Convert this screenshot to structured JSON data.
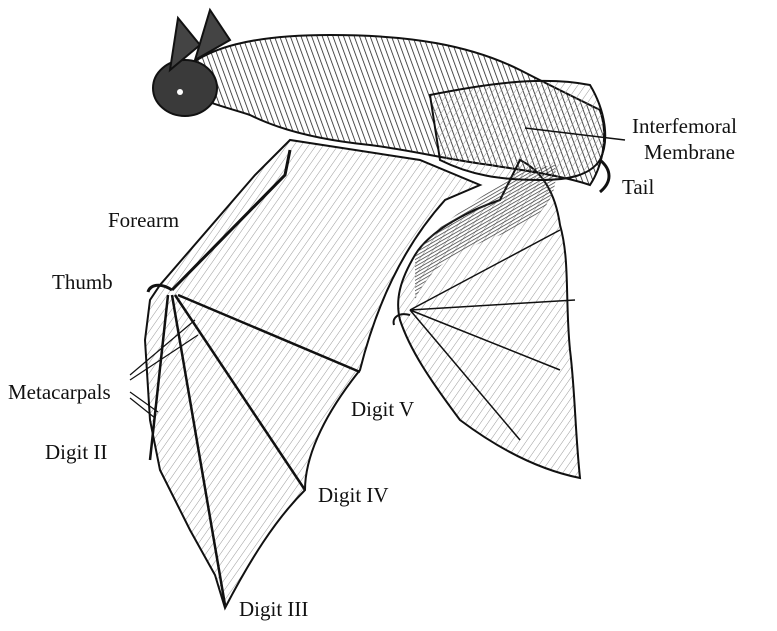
{
  "labels": {
    "interfemoral_line1": "Interfemoral",
    "interfemoral_line2": "Membrane",
    "tail": "Tail",
    "forearm": "Forearm",
    "thumb": "Thumb",
    "metacarpals": "Metacarpals",
    "digit_ii": "Digit II",
    "digit_iii": "Digit III",
    "digit_iv": "Digit IV",
    "digit_v": "Digit V"
  },
  "colors": {
    "ink": "#111111",
    "shade_light": "#cfcfcf",
    "shade_dark": "#2a2a2a",
    "paper": "#ffffff"
  }
}
